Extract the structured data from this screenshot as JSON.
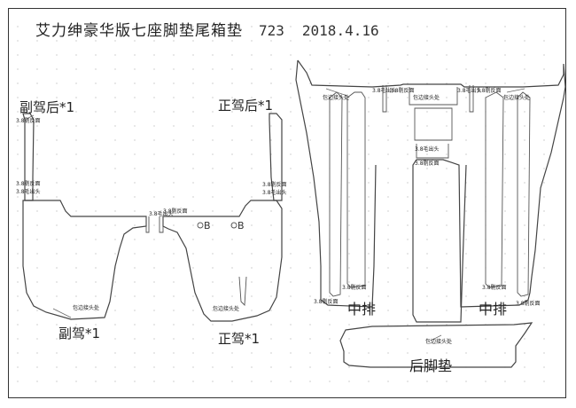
{
  "title": {
    "main": "艾力绅豪华版七座脚垫尾箱垫",
    "code": "723",
    "date": "2018.4.16"
  },
  "labels": {
    "rear_passenger": "副驾后*1",
    "rear_driver": "正驾后*1",
    "passenger": "副驾*1",
    "driver": "正驾*1",
    "middle_left": "中排",
    "middle_right": "中排",
    "rear_mat": "后脚垫"
  },
  "annotations": {
    "reverse_38": "3.8剔反面",
    "fur_out_38": "3.8毛出头",
    "edge_joint": "包边接头处",
    "reverse_vertical": "3.8剔反面",
    "fur_vertical": "3.8毛出头",
    "hole_b": "B"
  },
  "colors": {
    "line": "#444444",
    "dot": "#b0b0b0",
    "text": "#222222"
  }
}
